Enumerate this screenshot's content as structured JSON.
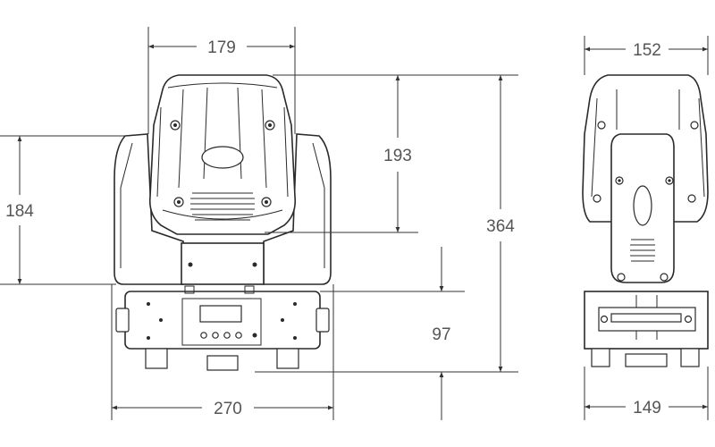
{
  "dimensions": {
    "front_top_width": "179",
    "front_base_width": "270",
    "arm_height": "184",
    "head_height": "193",
    "total_height": "364",
    "base_height": "97",
    "side_top_width": "152",
    "side_base_width": "149"
  }
}
